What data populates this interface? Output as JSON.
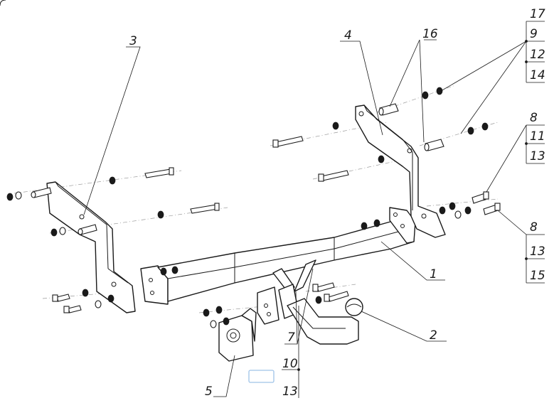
{
  "callouts": {
    "p1": "1",
    "p2": "2",
    "p3": "3",
    "p4": "4",
    "p5": "5",
    "p7": "7",
    "p16": "16",
    "stack_top": [
      "17",
      "9",
      "12",
      "14"
    ],
    "stack_mid": [
      "8",
      "11",
      "13"
    ],
    "stack_low": [
      "8",
      "13",
      "15"
    ],
    "stack_bottom": [
      "10",
      "13"
    ]
  },
  "colors": {
    "line": "#1a1a1a",
    "highlight_box": "#9fc3e8",
    "background": "#ffffff"
  }
}
